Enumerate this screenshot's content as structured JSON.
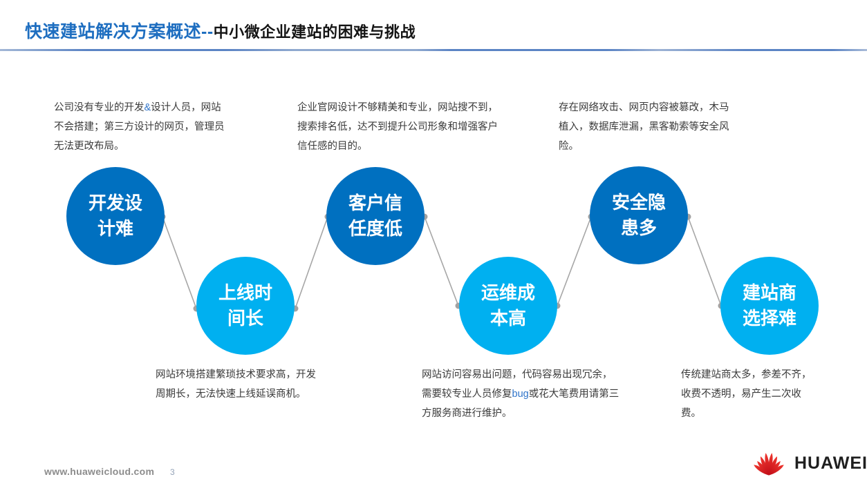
{
  "title": {
    "highlight": "快速建站解决方案概述--",
    "rest": "中小微企业建站的困难与挑战"
  },
  "colors": {
    "title_blue": "#1e6ec0",
    "dark_circle": "#0070c0",
    "light_circle": "#00b0f0",
    "connector_gray": "#a6a6a6",
    "body_text": "#3a3a3a",
    "latin_accent_blue": "#2f74c9",
    "huawei_red": "#d71920"
  },
  "top_notes": [
    {
      "part1": "公司没有专业的开发",
      "accent": "&",
      "part2": "设计人员，网站不会搭建；第三方设计的网页，管理员无法更改布局。"
    },
    {
      "text": "企业官网设计不够精美和专业，网站搜不到，搜索排名低，达不到提升公司形象和增强客户信任感的目的。"
    },
    {
      "text": "存在网络攻击、网页内容被篡改，木马植入，数据库泄漏，黑客勒索等安全风险。"
    }
  ],
  "circles": [
    {
      "line1": "开发设",
      "line2": "计难",
      "tone": "dark"
    },
    {
      "line1": "上线时",
      "line2": "间长",
      "tone": "light"
    },
    {
      "line1": "客户信",
      "line2": "任度低",
      "tone": "dark"
    },
    {
      "line1": "运维成",
      "line2": "本高",
      "tone": "light"
    },
    {
      "line1": "安全隐",
      "line2": "患多",
      "tone": "dark"
    },
    {
      "line1": "建站商",
      "line2": "选择难",
      "tone": "light"
    }
  ],
  "bottom_notes": [
    {
      "text": "网站环境搭建繁琐技术要求高，开发周期长，无法快速上线延误商机。"
    },
    {
      "part1": "网站访问容易出问题，代码容易出现冗余，需要较专业人员修复",
      "accent": "bug",
      "part2": "或花大笔费用请第三方服务商进行维护。"
    },
    {
      "text": "传统建站商太多，参差不齐，收费不透明，易产生二次收费。"
    }
  ],
  "footer": {
    "url": "www.huaweicloud.com",
    "page": "3",
    "logo_text": "HUAWEI"
  }
}
